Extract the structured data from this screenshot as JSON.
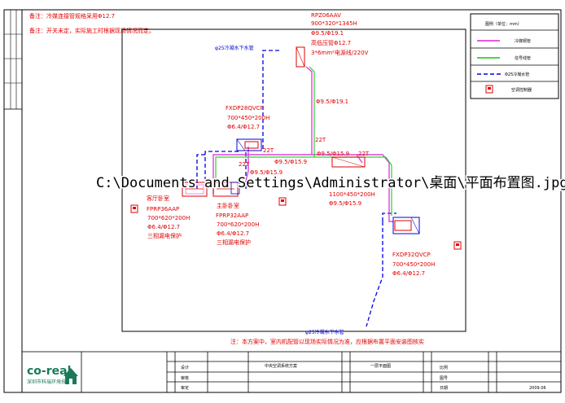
{
  "notes": {
    "line1": "备注：冷媒连接管规格采用Φ12.7",
    "line2": "备注：开关未定，实际施工时根据现场情况而定。"
  },
  "legend": {
    "title": "图例（单位：mm）",
    "items": [
      {
        "label": "冷媒铜管",
        "color": "#e040e0"
      },
      {
        "label": "信号线管",
        "color": "#30d030"
      },
      {
        "label": "Φ25冷凝水管",
        "color": "#0000e0"
      },
      {
        "label": "空调控制器",
        "color": "#e00000"
      }
    ]
  },
  "condensate_top_label": "φ25冷凝水下水管",
  "condensate_bottom_label": "φ25冷凝水下水管",
  "outdoor_unit": {
    "lines": [
      "RPZ06AAV",
      "900*320*1345H",
      "Φ9.5/Φ19.1",
      "高低压管Φ12.7",
      "3*6mm²电源线/220V"
    ]
  },
  "main_pipe_label": "Φ9.5/Φ19.1",
  "unit_fxdp28": {
    "lines": [
      "FXDP28QVCP",
      "700*450*200H",
      "Φ6.4/Φ12.7"
    ]
  },
  "branch_labels": [
    "22T",
    "22T",
    "22T",
    "22T"
  ],
  "pipe_labels": [
    "Φ9.5/Φ15.9",
    "Φ9.5/Φ15.9",
    "Φ9.5/Φ15.9"
  ],
  "unit_fprp36": {
    "title": "客厅卧室",
    "lines": [
      "FPRP36AAP",
      "700*620*200H",
      "Φ6.4/Φ12.7",
      "三相漏电保护"
    ]
  },
  "unit_fprp32": {
    "title": "主卧卧室",
    "lines": [
      "FPRP32AAP",
      "700*620*200H",
      "Φ6.4/Φ12.7",
      "三相漏电保护"
    ]
  },
  "unit_mid": {
    "lines": [
      "1100*450*200H",
      "Φ9.5/Φ15.9"
    ]
  },
  "unit_fxdp32": {
    "lines": [
      "FXDP32QVCP",
      "700*450*200H",
      "Φ6.4/Φ12.7"
    ]
  },
  "overlay_path": "C:\\Documents and Settings\\Administrator\\桌面\\平面布置图.jpg",
  "bottom_note": "注：本方案中，室内机配管以现场实际情况为准，应根据布置平面安装图核实",
  "title_block": {
    "company": "co-real",
    "company_sub": "深圳市科瑞环境技术",
    "cells": [
      "设计",
      "审核",
      "审定",
      "中央空调系统方案",
      "一层平面图",
      "比例",
      "图号",
      "日期",
      "2009.06"
    ]
  }
}
